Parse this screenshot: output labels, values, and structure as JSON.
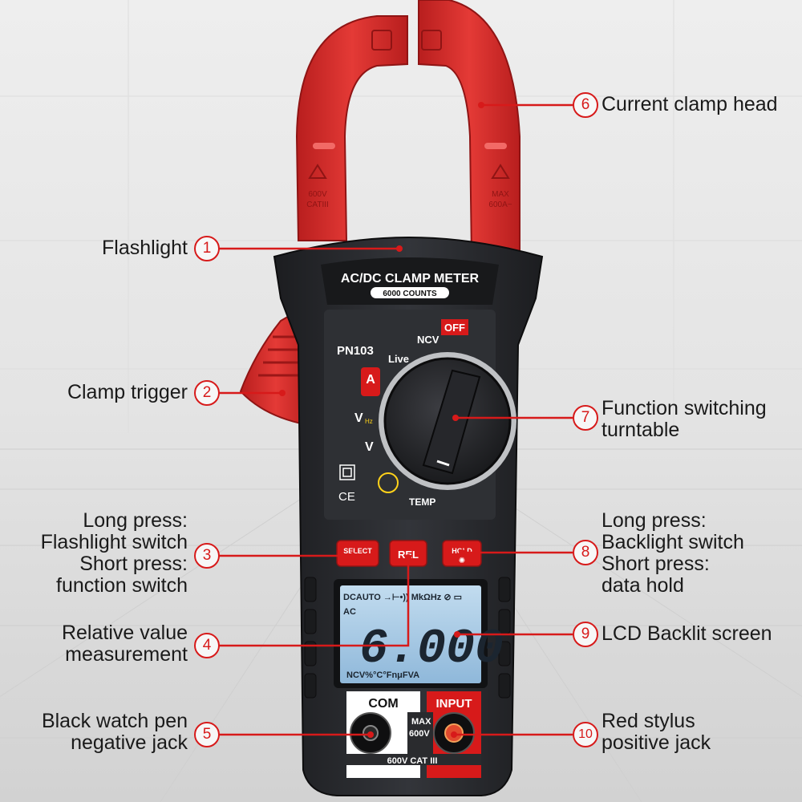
{
  "device": {
    "title": "AC/DC CLAMP METER",
    "counts": "6000 COUNTS",
    "model": "PN103",
    "clamp_left_rating": [
      "600V",
      "CATIII"
    ],
    "clamp_right_rating": [
      "MAX",
      "600A~"
    ],
    "dial": {
      "off": "OFF",
      "ncv": "NCV",
      "live": "Live",
      "amp": "A",
      "vhz": "V",
      "hz": "Hz",
      "v": "V",
      "temp": "TEMP"
    },
    "buttons": {
      "select": "SELECT",
      "rel": "REL",
      "hold": "HOLD"
    },
    "lcd": {
      "top_row": "DCAUTO →⊢•)) MkΩHz ⊘ ▭",
      "ac": "AC",
      "reading": "6.000",
      "bottom_row": "NCV%°C°FnμFVA"
    },
    "jacks": {
      "com": "COM",
      "input": "INPUT",
      "max": "MAX",
      "max_v": "600V",
      "cat": "600V CAT III"
    },
    "marks": {
      "ce": "CE"
    }
  },
  "callouts": [
    {
      "num": "1",
      "lines": [
        "Flashlight"
      ]
    },
    {
      "num": "2",
      "lines": [
        "Clamp trigger"
      ]
    },
    {
      "num": "3",
      "lines": [
        "Long press:",
        "Flashlight switch",
        "Short press:",
        "function switch"
      ]
    },
    {
      "num": "4",
      "lines": [
        "Relative value",
        "measurement"
      ]
    },
    {
      "num": "5",
      "lines": [
        "Black watch pen",
        "negative jack"
      ]
    },
    {
      "num": "6",
      "lines": [
        "Current clamp head"
      ]
    },
    {
      "num": "7",
      "lines": [
        "Function switching",
        "turntable"
      ]
    },
    {
      "num": "8",
      "lines": [
        "Long press:",
        "Backlight switch",
        "Short press:",
        "data hold"
      ]
    },
    {
      "num": "9",
      "lines": [
        "LCD Backlit screen"
      ]
    },
    {
      "num": "10",
      "lines": [
        "Red stylus",
        "positive jack"
      ]
    }
  ],
  "colors": {
    "accent_red": "#d71a1a",
    "clamp_red": "#d92b2b",
    "body_dark": "#2a2b2e",
    "lcd_blue": "#a9cce6"
  }
}
